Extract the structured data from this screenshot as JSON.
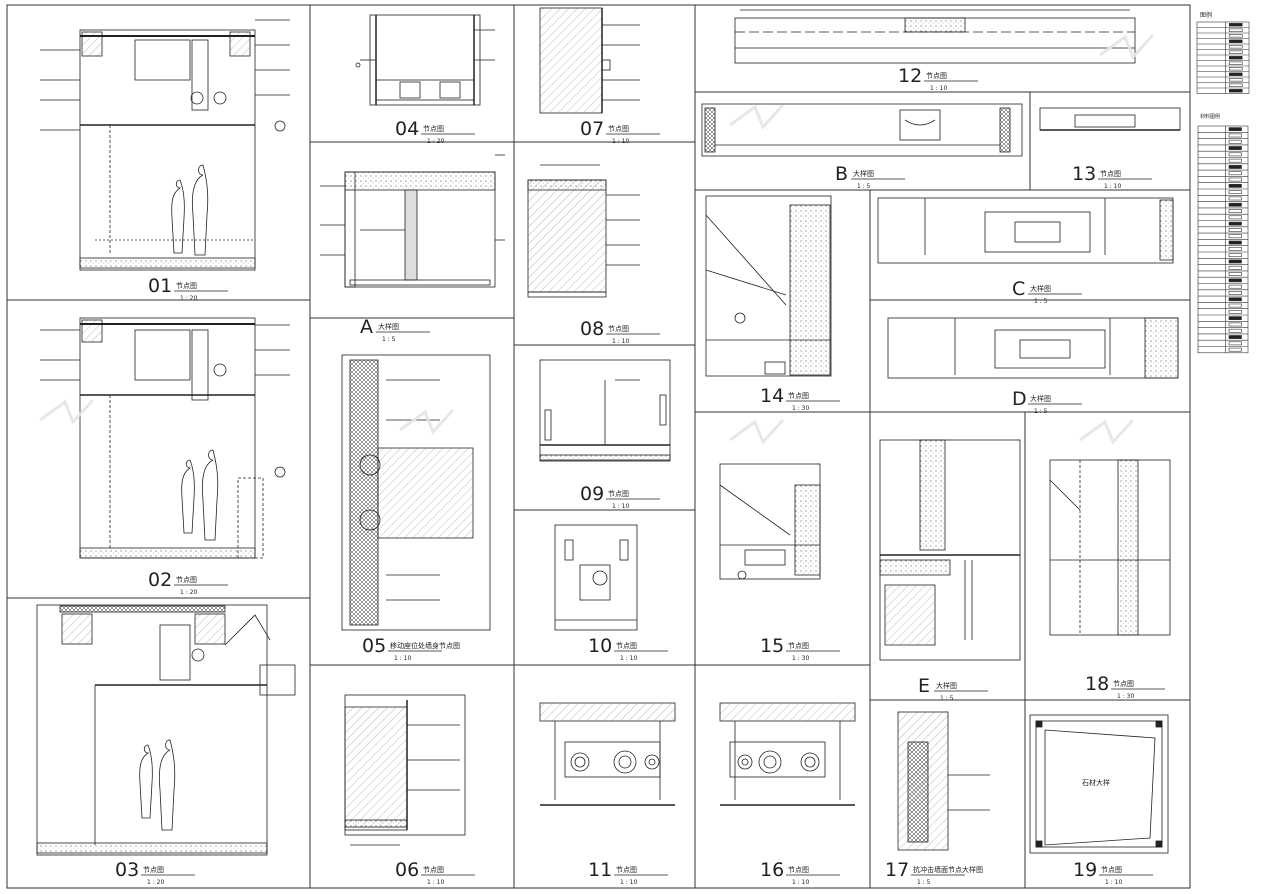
{
  "drawings": [
    {
      "id": "d01",
      "number": "01",
      "caption": "节点图",
      "scale": "1 : 20"
    },
    {
      "id": "d02",
      "number": "02",
      "caption": "节点图",
      "scale": "1 : 20"
    },
    {
      "id": "d03",
      "number": "03",
      "caption": "节点图",
      "scale": "1 : 20"
    },
    {
      "id": "d04",
      "number": "04",
      "caption": "节点图",
      "scale": "1 : 20"
    },
    {
      "id": "dA",
      "number": "A",
      "caption": "大样图",
      "scale": "1 : 5"
    },
    {
      "id": "d05",
      "number": "05",
      "caption": "移动座位处墙身节点图",
      "scale": "1 : 10"
    },
    {
      "id": "d06",
      "number": "06",
      "caption": "节点图",
      "scale": "1 : 10"
    },
    {
      "id": "d07",
      "number": "07",
      "caption": "节点图",
      "scale": "1 : 10"
    },
    {
      "id": "d08",
      "number": "08",
      "caption": "节点图",
      "scale": "1 : 10"
    },
    {
      "id": "d09",
      "number": "09",
      "caption": "节点图",
      "scale": "1 : 10"
    },
    {
      "id": "d10",
      "number": "10",
      "caption": "节点图",
      "scale": "1 : 10"
    },
    {
      "id": "d11",
      "number": "11",
      "caption": "节点图",
      "scale": "1 : 10"
    },
    {
      "id": "d12",
      "number": "12",
      "caption": "节点图",
      "scale": "1 : 10"
    },
    {
      "id": "dB",
      "number": "B",
      "caption": "大样图",
      "scale": "1 : 5"
    },
    {
      "id": "d13",
      "number": "13",
      "caption": "节点图",
      "scale": "1 : 10"
    },
    {
      "id": "d14",
      "number": "14",
      "caption": "节点图",
      "scale": "1 : 30"
    },
    {
      "id": "dC",
      "number": "C",
      "caption": "大样图",
      "scale": "1 : 5"
    },
    {
      "id": "dD",
      "number": "D",
      "caption": "大样图",
      "scale": "1 : 5"
    },
    {
      "id": "d15",
      "number": "15",
      "caption": "节点图",
      "scale": "1 : 30"
    },
    {
      "id": "d16",
      "number": "16",
      "caption": "节点图",
      "scale": "1 : 10"
    },
    {
      "id": "dE",
      "number": "E",
      "caption": "大样图",
      "scale": "1 : 5"
    },
    {
      "id": "d17",
      "number": "17",
      "caption": "抗冲击墙面节点大样图",
      "scale": "1 : 5"
    },
    {
      "id": "d18",
      "number": "18",
      "caption": "节点图",
      "scale": "1 : 30"
    },
    {
      "id": "d19",
      "number": "19",
      "caption": "节点图",
      "scale": "1 : 10"
    }
  ],
  "legend": {
    "title": "图例",
    "materials_title": "材料图例"
  },
  "details": {
    "d19_center": "石材大样"
  }
}
